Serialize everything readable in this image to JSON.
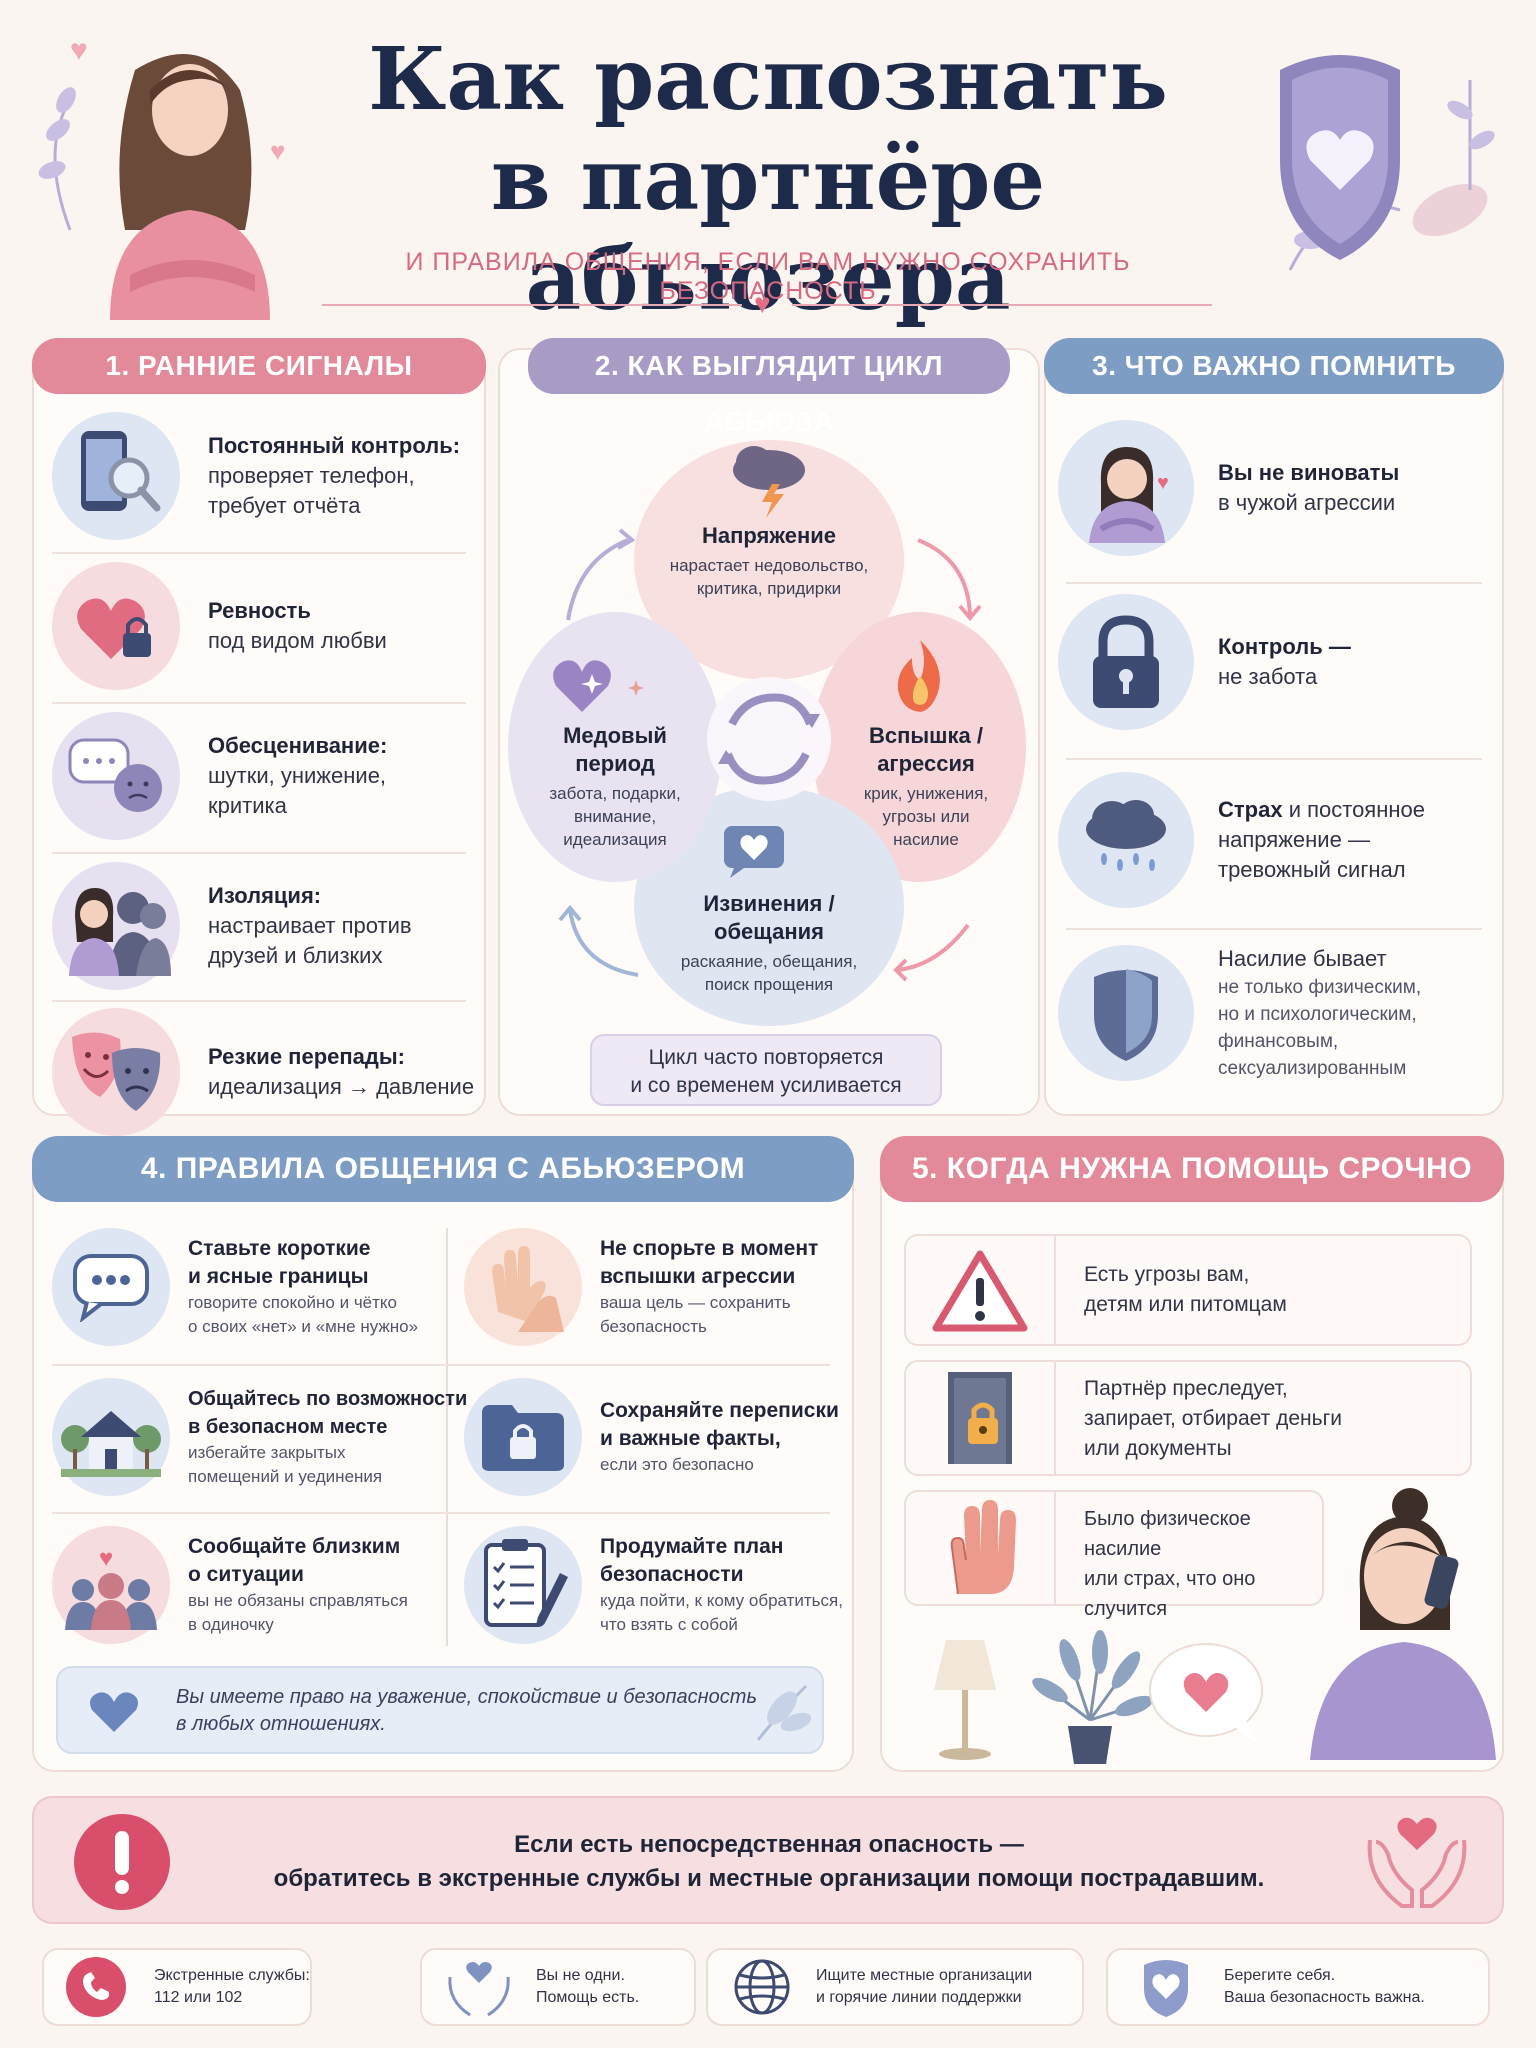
{
  "header": {
    "title_line1": "Как распознать",
    "title_line2": "в партнёре абьюзера",
    "subtitle": "И ПРАВИЛА ОБЩЕНИЯ, ЕСЛИ ВАМ НУЖНО СОХРАНИТЬ БЕЗОПАСНОСТЬ"
  },
  "section1": {
    "title": "1. РАННИЕ СИГНАЛЫ",
    "items": [
      {
        "bold": "Постоянный контроль:",
        "text1": "проверяет телефон,",
        "text2": "требует отчёта",
        "icon": "phone-magnifier-icon"
      },
      {
        "bold": "Ревность",
        "text1": "под видом любви",
        "text2": "",
        "icon": "heart-lock-icon"
      },
      {
        "bold": "Обесценивание:",
        "text1": "шутки, унижение,",
        "text2": "критика",
        "icon": "speech-bubbles-icon"
      },
      {
        "bold": "Изоляция:",
        "text1": "настраивает против",
        "text2": "друзей и близких",
        "icon": "isolated-woman-icon"
      },
      {
        "bold": "Резкие перепады:",
        "text1": "идеализация → давление",
        "text2": "",
        "icon": "theater-masks-icon"
      }
    ]
  },
  "section2": {
    "title": "2. КАК ВЫГЛЯДИТ ЦИКЛ АБЬЮЗА",
    "tension": {
      "title": "Напряжение",
      "desc1": "нарастает недовольство,",
      "desc2": "критика, придирки"
    },
    "outburst": {
      "title1": "Вспышка /",
      "title2": "агрессия",
      "desc1": "крик, унижения,",
      "desc2": "угрозы или",
      "desc3": "насилие"
    },
    "apology": {
      "title1": "Извинения /",
      "title2": "обещания",
      "desc1": "раскаяние, обещания,",
      "desc2": "поиск прощения"
    },
    "honeymoon": {
      "title1": "Медовый",
      "title2": "период",
      "desc1": "забота, подарки,",
      "desc2": "внимание,",
      "desc3": "идеализация"
    },
    "note1": "Цикл часто повторяется",
    "note2": "и со временем усиливается"
  },
  "section3": {
    "title": "3. ЧТО ВАЖНО ПОМНИТЬ",
    "items": [
      {
        "bold": "Вы не виноваты",
        "text": "в чужой агрессии",
        "icon": "sad-woman-icon"
      },
      {
        "bold": "Контроль —",
        "text": "не забота",
        "icon": "padlock-icon"
      },
      {
        "bold": "Страх",
        "text_inline": " и постоянное",
        "text2": "напряжение —",
        "text3": "тревожный сигнал",
        "icon": "rain-cloud-icon"
      },
      {
        "text1": "Насилие бывает",
        "text2": "не только физическим,",
        "text3": "но и психологическим,",
        "text4": "финансовым,",
        "text5": "сексуализированным",
        "icon": "shield-icon"
      }
    ]
  },
  "section4": {
    "title": "4. ПРАВИЛА ОБЩЕНИЯ С АБЬЮЗЕРОМ",
    "items": [
      {
        "bold1": "Ставьте короткие",
        "bold2": "и ясные границы",
        "small1": "говорите спокойно и чётко",
        "small2": "о своих «нет» и «мне нужно»",
        "icon": "chat-bubble-icon"
      },
      {
        "bold1": "Не спорьте в момент",
        "bold2": "вспышки агрессии",
        "small1": "ваша цель — сохранить",
        "small2": "безопасность",
        "icon": "stop-hands-icon"
      },
      {
        "bold1": "Общайтесь по возможности",
        "bold2": "в безопасном месте",
        "small1": "избегайте закрытых",
        "small2": "помещений и уединения",
        "icon": "house-icon"
      },
      {
        "bold1": "Сохраняйте переписки",
        "bold2": "и важные факты,",
        "small1": "если это безопасно",
        "small2": "",
        "icon": "locked-folder-icon"
      },
      {
        "bold1": "Сообщайте близким",
        "bold2": "о ситуации",
        "small1": "вы не обязаны справляться",
        "small2": "в одиночку",
        "icon": "people-heart-icon"
      },
      {
        "bold1": "Продумайте план",
        "bold2": "безопасности",
        "small1": "куда пойти, к кому обратиться,",
        "small2": "что взять с собой",
        "icon": "clipboard-checklist-icon"
      }
    ],
    "note1": "Вы имеете право на уважение, спокойствие и безопасность",
    "note2": "в любых отношениях."
  },
  "section5": {
    "title": "5. КОГДА НУЖНА ПОМОЩЬ СРОЧНО",
    "items": [
      {
        "text1": "Есть угрозы вам,",
        "text2": "детям или питомцам",
        "text3": "",
        "icon": "warning-icon"
      },
      {
        "text1": "Партнёр преследует,",
        "text2": "запирает, отбирает деньги",
        "text3": "или документы",
        "icon": "locked-door-icon"
      },
      {
        "text1": "Было физическое насилие",
        "text2": "или страх, что оно",
        "text3": "случится",
        "icon": "stop-hand-icon"
      }
    ]
  },
  "alert": {
    "line1": "Если есть непосредственная опасность —",
    "line2": "обратитесь в экстренные службы и местные организации помощи пострадавшим."
  },
  "footer": [
    {
      "line1": "Экстренные службы:",
      "line2": "112 или 102",
      "icon": "phone-icon"
    },
    {
      "line1": "Вы не одни.",
      "line2": "Помощь есть.",
      "icon": "hands-heart-icon"
    },
    {
      "line1": "Ищите местные организации",
      "line2": "и горячие линии поддержки",
      "icon": "globe-icon"
    },
    {
      "line1": "Берегите себя.",
      "line2": "Ваша безопасность важна.",
      "icon": "shield-heart-icon"
    }
  ]
}
